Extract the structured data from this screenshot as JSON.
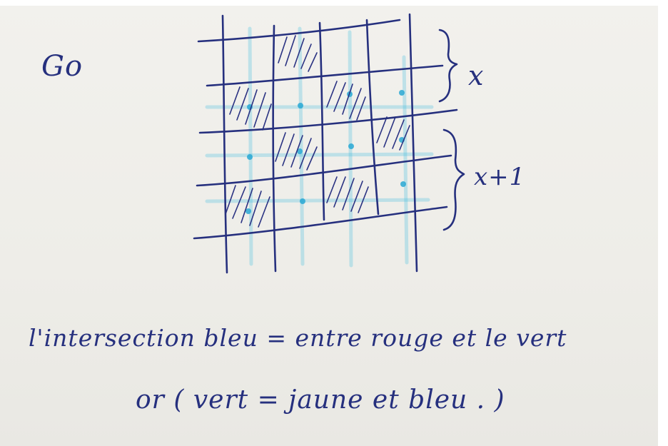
{
  "note": {
    "go_label": "Go",
    "bracket_top_label": "x",
    "bracket_bottom_label": "x+1",
    "line1": "l'intersection bleu = entre rouge et le vert",
    "line2": "or ( vert = jaune et bleu . )"
  },
  "colors": {
    "paper": "#f0efea",
    "ink": "#26307e",
    "highlighter": "#39b9e0"
  }
}
